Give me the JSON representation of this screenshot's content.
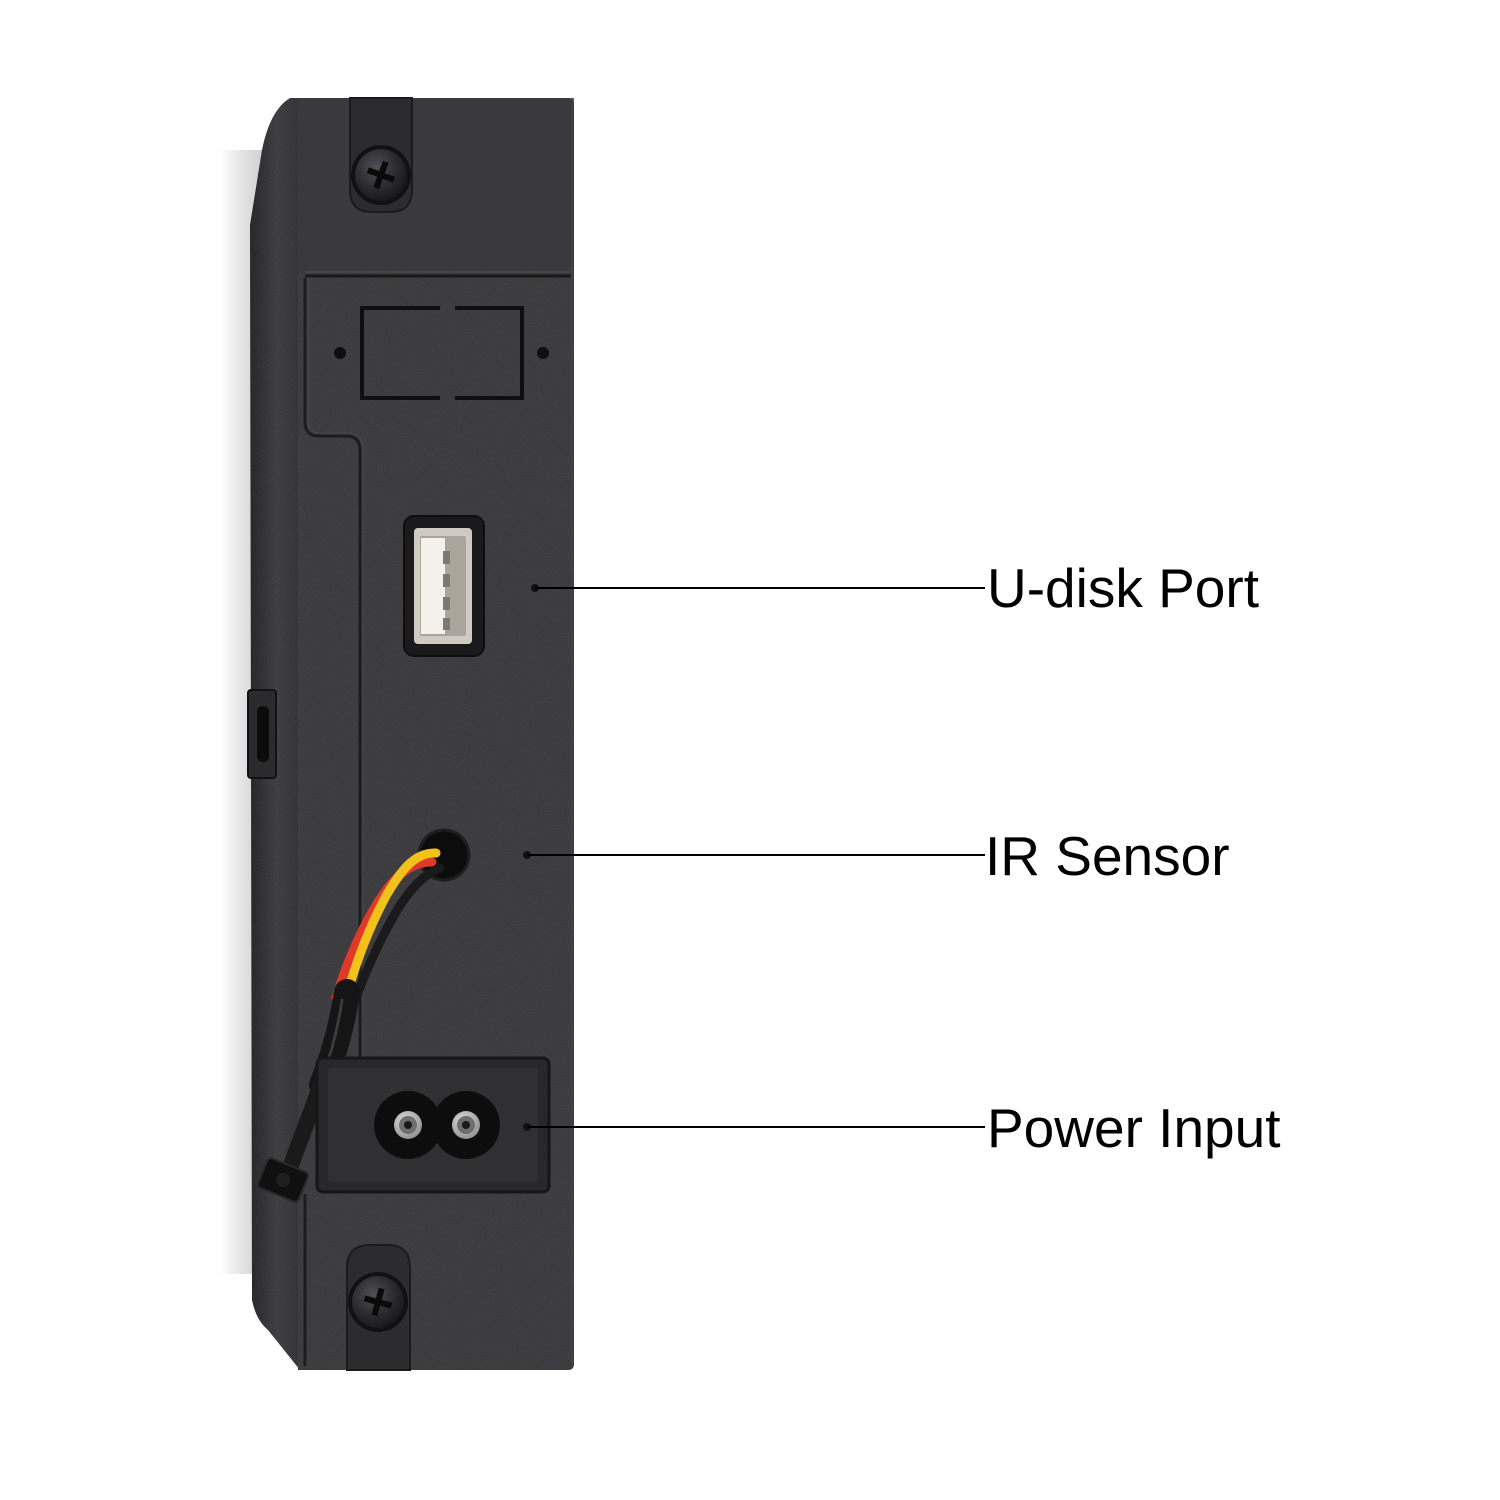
{
  "callouts": [
    {
      "label": "U-disk Port"
    },
    {
      "label": "IR Sensor"
    },
    {
      "label": "Power Input"
    }
  ],
  "colors": {
    "background": "#ffffff",
    "device_face": "#333336",
    "callout_line": "#000000",
    "label_text": "#000000",
    "wire_red": "#e0392a",
    "wire_yellow": "#f2c21b",
    "wire_black": "#1a1a1a",
    "usb_insert": "#f4f1ea"
  }
}
